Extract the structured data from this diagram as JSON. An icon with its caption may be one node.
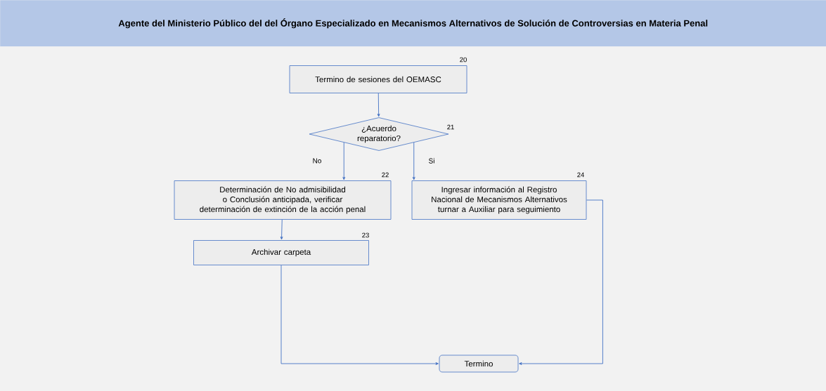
{
  "diagram": {
    "title": "Agente del Ministerio Público del del Órgano Especializado en Mecanismos Alternativos de Solución de Controversias en Materia Penal",
    "nodes": [
      {
        "text": [
          "Termino de sesiones del OEMASC"
        ],
        "beside": [
          "20"
        ]
      },
      {
        "text": [
          "¿Acuerdo reparatorio?"
        ],
        "beside": [
          "21"
        ]
      },
      {
        "text": [
          "Determinación de No admisibilidad o Conclusión anticipada, verificar determinación de extinción de la acción penal"
        ],
        "beside": [
          "22"
        ]
      },
      {
        "text": [
          "Archivar carpeta"
        ],
        "beside": [
          "23"
        ]
      },
      {
        "text": [
          "Ingresar información al Registro Nacional de Mecanismos Alternativos turnar a Auxiliar para seguimiento"
        ],
        "beside": [
          "24"
        ]
      },
      {
        "text": [
          "Termino"
        ]
      }
    ],
    "edges": [
      {
        "from": 0,
        "to": 1,
        "arrow": "to"
      },
      {
        "from": 1,
        "to": 2,
        "arrow": "to",
        "label": "No"
      },
      {
        "from": 1,
        "to": 4,
        "arrow": "to",
        "label": "Si"
      },
      {
        "from": 2,
        "to": 3,
        "arrow": "to"
      },
      {
        "from": 3,
        "to": 5,
        "arrow": "to"
      },
      {
        "from": 4,
        "to": 5,
        "arrow": "to"
      }
    ]
  }
}
